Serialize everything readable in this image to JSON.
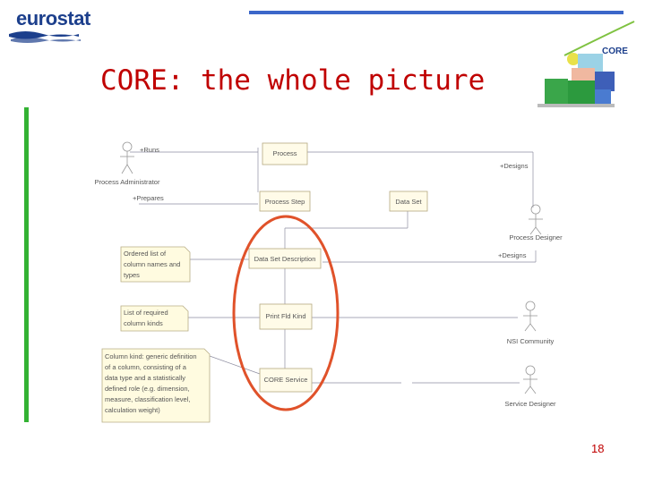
{
  "header": {
    "logo_text": "eurostat",
    "title": "CORE: the whole picture",
    "core_logo_label": "CORE"
  },
  "diagram": {
    "classes": {
      "process": "Process",
      "process_step": "Process Step",
      "data_set": "Data Set",
      "data_set_description": "Data Set Description",
      "print_field_kind": "Print Fld Kind",
      "core_service": "CORE Service"
    },
    "actors": {
      "process_administrator": "Process Administrator",
      "process_designer": "Process Designer",
      "nsi_community": "NSI Community",
      "service_designer": "Service Designer"
    },
    "roles": {
      "runs": "+Runs",
      "prepares": "+Prepares",
      "designs_1": "+Designs",
      "designs_2": "+Designs"
    },
    "notes": {
      "ordered_list": [
        "Ordered list of",
        "column names and",
        "types"
      ],
      "list_required": [
        "List of required",
        "column kinds"
      ],
      "column_kind": [
        "Column kind: generic definition",
        "of a column, consisting of a",
        "data type and a statistically",
        "defined role (e.g. dimension,",
        "measure, classification level,",
        "calculation weight)"
      ]
    }
  },
  "footer": {
    "page_number": "18"
  }
}
